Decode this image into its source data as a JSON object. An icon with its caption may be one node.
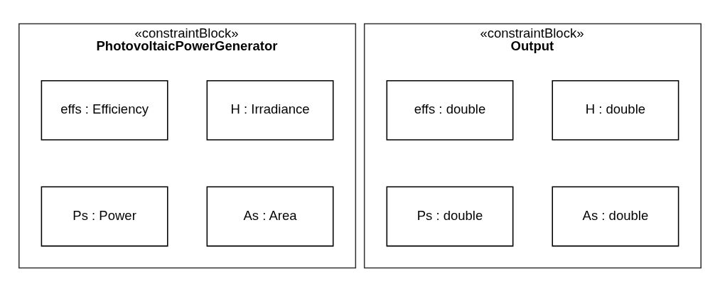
{
  "diagram": {
    "nodes": [
      {
        "text": [
          "«constraintBlock»",
          "PhotovoltaicPowerGenerator"
        ]
      },
      {
        "text": [
          "H : Irradiance"
        ],
        "in": 0
      },
      {
        "text": [
          "effs : Efficiency"
        ],
        "in": 0
      },
      {
        "text": [
          "As : Area"
        ],
        "in": 0
      },
      {
        "text": [
          "Ps : Power"
        ],
        "in": 0
      },
      {
        "text": [
          "«constraintBlock»",
          "Output"
        ]
      },
      {
        "text": [
          "H : double"
        ],
        "in": 5
      },
      {
        "text": [
          "effs : double"
        ],
        "in": 5
      },
      {
        "text": [
          "As : double"
        ],
        "in": 5
      },
      {
        "text": [
          "Ps : double"
        ],
        "in": 5
      }
    ],
    "edges": []
  }
}
